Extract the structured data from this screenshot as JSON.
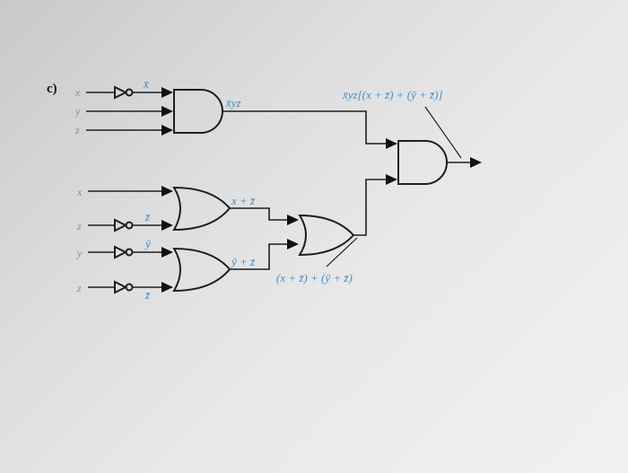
{
  "part_label": "c)",
  "inputs": {
    "x1": "x",
    "y1": "y",
    "z1": "z",
    "x2": "x",
    "z2": "z",
    "y3": "y",
    "z4": "z"
  },
  "inverter_outputs": {
    "x_bar": "x̄",
    "z_bar_a": "z̄",
    "y_bar": "ȳ",
    "z_bar_b": "z̄"
  },
  "expressions": {
    "and1": "x̄yz",
    "or1": "x + z̄",
    "or2": "ȳ + z̄",
    "or3": "(x + z̄) + (ȳ + z̄)",
    "output": "x̄yz[(x + z̄) + (ȳ + z̄)]"
  }
}
